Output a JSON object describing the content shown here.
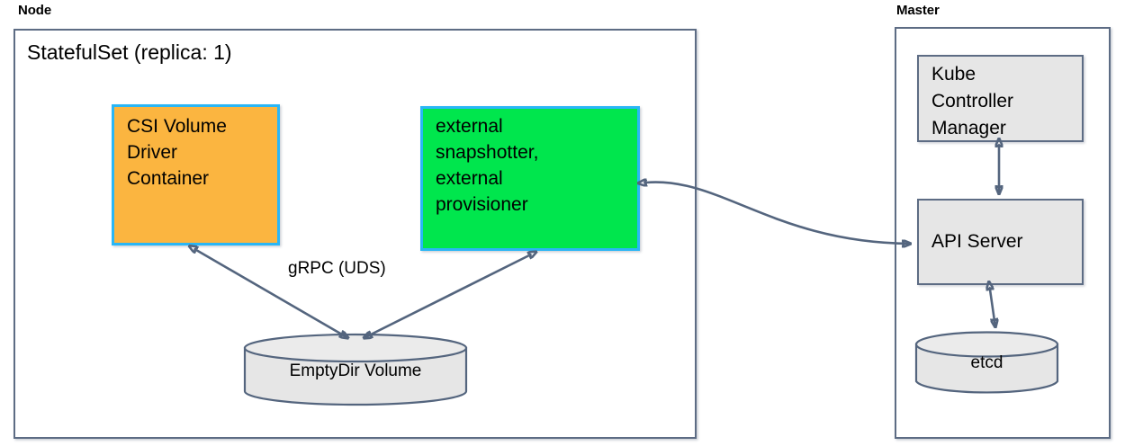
{
  "diagram": {
    "groups": [
      {
        "key": "node",
        "label": "Node"
      },
      {
        "key": "master",
        "label": "Master"
      }
    ],
    "node": {
      "statefulset_title": "StatefulSet (replica: 1)",
      "csi_driver": {
        "lines": [
          "CSI Volume",
          "Driver",
          "Container"
        ],
        "fill": "#fbb540",
        "border": "#29b6f6"
      },
      "external_sidecars": {
        "lines": [
          "external",
          "snapshotter,",
          "external",
          "provisioner"
        ],
        "fill": "#00e64d",
        "border": "#29b6f6"
      },
      "emptydir_volume": {
        "label": "EmptyDir Volume",
        "fill": "#e6e6e6",
        "border": "#54657e"
      },
      "grpc_edge_label": "gRPC (UDS)"
    },
    "master": {
      "kube_controller_manager": {
        "lines": [
          "Kube",
          "Controller",
          "Manager"
        ],
        "fill": "#e6e6e6",
        "border": "#5d6c84"
      },
      "api_server": {
        "lines": [
          "API Server"
        ],
        "fill": "#e6e6e6",
        "border": "#5d6c84"
      },
      "etcd": {
        "label": "etcd",
        "fill": "#e6e6e6",
        "border": "#54657e"
      }
    },
    "edges": [
      {
        "key": "csi-to-emptydir",
        "from": "CSI Volume Driver Container",
        "to": "EmptyDir Volume",
        "style": "double-arrow",
        "label": "gRPC (UDS)"
      },
      {
        "key": "external-to-emptydir",
        "from": "external snapshotter, external provisioner",
        "to": "EmptyDir Volume",
        "style": "double-arrow",
        "label": ""
      },
      {
        "key": "external-to-apiserver",
        "from": "external snapshotter, external provisioner",
        "to": "API Server",
        "style": "double-arrow-curved",
        "label": ""
      },
      {
        "key": "kcm-to-apiserver",
        "from": "Kube Controller Manager",
        "to": "API Server",
        "style": "double-arrow",
        "label": ""
      },
      {
        "key": "apiserver-to-etcd",
        "from": "API Server",
        "to": "etcd",
        "style": "double-arrow",
        "label": ""
      }
    ],
    "colors": {
      "arrow": "#54657e",
      "container_border": "#5d6c84",
      "gray_fill": "#e6e6e6"
    }
  }
}
